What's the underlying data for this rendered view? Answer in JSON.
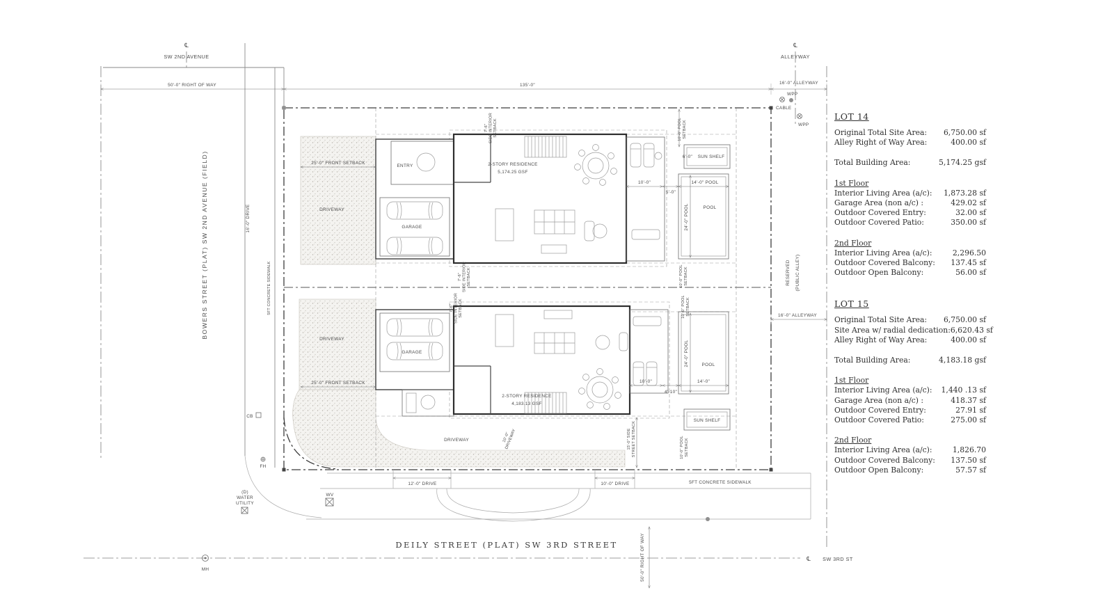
{
  "plan": {
    "labels": {
      "cl_a": "℄",
      "cl_b": "℄",
      "cl_c": "℄",
      "sw_2nd_avenue": "SW 2ND AVENUE",
      "alleyway": "ALLEYWAY",
      "row50_top": "50'-0\" RIGHT OF WAY",
      "width_135": "135'-0\"",
      "alley16_top": "16'-0\" ALLEYWAY",
      "wpp_1": "WPP",
      "wpp_2": "WPP",
      "cable": "CABLE",
      "bowers_street": "BOWERS STREET (PLAT) SW 2ND AVENUE (FIELD)",
      "drive_16": "16'-0\" DRIVE",
      "sidewalk_left": "5FT CONCRETE SIDEWALK",
      "front_setback_14": "25'-0\" FRONT SETBACK",
      "front_setback_15": "25'-0\" FRONT SETBACK",
      "driveway_14": "DRIVEWAY",
      "driveway_15": "DRIVEWAY",
      "driveway_bottom": "DRIVEWAY",
      "entry_14": "ENTRY",
      "garage_14": "GARAGE",
      "garage_15": "GARAGE",
      "res14_name": "2-STORY RESIDENCE",
      "res14_area": "5,174.25 GSF",
      "res15_name": "2-STORY RESIDENCE",
      "res15_area": "4,183.13 GSF",
      "side_setback_l1": "7'-6\"",
      "side_setback_l2": "SIDE INTERIOR",
      "side_setback_l3": "SETBACK",
      "pool_setback_l1": "10'-0\" POOL",
      "pool_setback_l2": "SETBACK",
      "side_street_setback_l1": "15'-0\" SIDE",
      "side_street_setback_l2": "STREET SETBACK",
      "dim_6": "6'-0\"",
      "dim_5": "5'-0\"",
      "dim_10_14": "10'-0\"",
      "dim_10_15": "10'-0\"",
      "dim_4_10": "4'-10\"",
      "sun_shelf_14": "SUN SHELF",
      "sun_shelf_15": "SUN SHELF",
      "pool_14": "POOL",
      "pool_15": "POOL",
      "pool14_w": "14'-0\" POOL",
      "pool14_h": "24'-0\" POOL",
      "pool15_w": "14'-0\"",
      "pool15_h": "24'-0\" POOL",
      "alley16_mid": "16'-0\" ALLEYWAY",
      "reserved_l1": "RESERVED",
      "reserved_l2": "(PUBLIC ALLEY)",
      "driveway10_l1": "10'-0\"",
      "driveway10_l2": "DRIVEWAY",
      "cb": "CB",
      "fh": "FH",
      "wv": "WV",
      "water_l1": "(D)",
      "water_l2": "WATER",
      "water_l3": "UTILITY",
      "drive_12": "12'-0\" DRIVE",
      "drive_10": "10'-0\" DRIVE",
      "sidewalk_bottom": "5FT CONCRETE SIDEWALK",
      "deily_street": "DEILY STREET (PLAT) SW 3RD STREET",
      "sw_3rd": "SW 3RD ST",
      "mh": "MH",
      "row50_bottom": "50'-0\" RIGHT OF WAY"
    }
  },
  "lots": [
    {
      "title": "LOT 14",
      "site_rows": [
        {
          "label": "Original Total Site Area:",
          "value": "6,750.00 sf"
        },
        {
          "label": "Alley Right of Way Area:",
          "value": "400.00 sf"
        }
      ],
      "total": {
        "label": "Total Building Area:",
        "value": "5,174.25 gsf"
      },
      "floors": [
        {
          "heading": "1st Floor",
          "rows": [
            {
              "label": "Interior Living Area (a/c):",
              "value": "1,873.28 sf"
            },
            {
              "label": "Garage Area (non a/c) :",
              "value": "429.02 sf"
            },
            {
              "label": "Outdoor Covered Entry:",
              "value": "32.00 sf"
            },
            {
              "label": "Outdoor Covered Patio:",
              "value": "350.00 sf"
            }
          ]
        },
        {
          "heading": "2nd Floor",
          "rows": [
            {
              "label": "Interior Living Area (a/c):",
              "value": "2,296.50"
            },
            {
              "label": "Outdoor Covered Balcony:",
              "value": "137.45 sf"
            },
            {
              "label": "Outdoor Open Balcony:",
              "value": "56.00 sf"
            }
          ]
        }
      ]
    },
    {
      "title": "LOT 15",
      "site_rows": [
        {
          "label": "Original Total Site Area:",
          "value": "6,750.00 sf"
        },
        {
          "label": "Site Area w/ radial dedication:",
          "value": "6,620.43 sf"
        },
        {
          "label": "Alley Right of Way Area:",
          "value": "400.00 sf"
        }
      ],
      "total": {
        "label": "Total Building Area:",
        "value": "4,183.18 gsf"
      },
      "floors": [
        {
          "heading": "1st Floor",
          "rows": [
            {
              "label": "Interior Living Area (a/c):",
              "value": "1,440 .13 sf"
            },
            {
              "label": "Garage Area (non a/c) :",
              "value": "418.37 sf"
            },
            {
              "label": "Outdoor Covered Entry:",
              "value": "27.91 sf"
            },
            {
              "label": "Outdoor Covered Patio:",
              "value": "275.00 sf"
            }
          ]
        },
        {
          "heading": "2nd Floor",
          "rows": [
            {
              "label": "Interior Living Area (a/c):",
              "value": "1,826.70"
            },
            {
              "label": "Outdoor Covered Balcony:",
              "value": "137.50 sf"
            },
            {
              "label": "Outdoor Open Balcony:",
              "value": "57.57 sf"
            }
          ]
        }
      ]
    }
  ]
}
